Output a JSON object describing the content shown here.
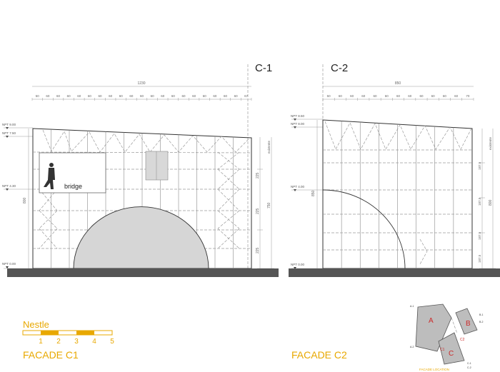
{
  "sheet": {
    "brand": "Nestle",
    "scale_bar": {
      "labels": [
        "1",
        "2",
        "3",
        "4",
        "5"
      ]
    },
    "colors": {
      "accent": "#e8a800",
      "ground": "#555555",
      "dome": "#d6d6d6",
      "label_red": "#cc2a2a"
    }
  },
  "facade_c1": {
    "marker": "C-1",
    "title": "FACADE C1",
    "overall_dim": "1230",
    "bay_dims": [
      "50",
      "60",
      "60",
      "60",
      "60",
      "60",
      "60",
      "60",
      "60",
      "60",
      "60",
      "60",
      "60",
      "60",
      "60",
      "60",
      "60",
      "60",
      "60",
      "60",
      "67"
    ],
    "levels": [
      {
        "label": "NPT",
        "value": "9.00"
      },
      {
        "label": "NPT",
        "value": "7.50"
      },
      {
        "label": "NPT",
        "value": "4.30"
      },
      {
        "label": "NPT",
        "value": "0.00"
      }
    ],
    "left_height": "800",
    "right_dims": [
      "225",
      "225",
      "225"
    ],
    "right_total": "750",
    "right_note": "existente",
    "callout": "bridge"
  },
  "facade_c2": {
    "marker": "C-2",
    "title": "FACADE C2",
    "overall_dim": "850",
    "bay_dims": [
      "50",
      "60",
      "60",
      "60",
      "60",
      "60",
      "60",
      "60",
      "60",
      "60",
      "60",
      "60",
      "70"
    ],
    "levels": [
      {
        "label": "NPT",
        "value": "8.50"
      },
      {
        "label": "NPT",
        "value": "8.00"
      },
      {
        "label": "NPT",
        "value": "4.00"
      },
      {
        "label": "NPT",
        "value": "0.00"
      }
    ],
    "left_height": "850",
    "right_dims": [
      "187.5",
      "187.5",
      "187.5",
      "187.5"
    ],
    "right_total": "800",
    "right_note": "existente"
  },
  "location": {
    "caption": "FACADE LOCATION",
    "zones": [
      "A",
      "B",
      "C",
      "C1",
      "C2"
    ],
    "small_labels": [
      "A-1",
      "A-2",
      "B-1",
      "B-2",
      "C-1",
      "C-2"
    ]
  }
}
